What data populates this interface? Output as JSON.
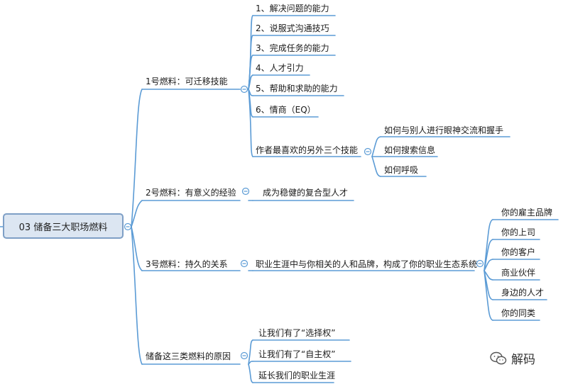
{
  "root": {
    "label": "03 储备三大职场燃料"
  },
  "branches": {
    "fuel1": {
      "label": "1号燃料：可迁移技能",
      "items": [
        "1、解决问题的能力",
        "2、说服式沟通技巧",
        "3、完成任务的能力",
        "4、人才引力",
        "5、帮助和求助的能力",
        "6、情商（EQ）"
      ],
      "extra": {
        "label": "作者最喜欢的另外三个技能",
        "items": [
          "如何与别人进行眼神交流和握手",
          "如何搜索信息",
          "如何呼吸"
        ]
      }
    },
    "fuel2": {
      "label": "2号燃料：有意义的经验",
      "items": [
        "成为稳健的复合型人才"
      ]
    },
    "fuel3": {
      "label": "3号燃料：持久的关系",
      "sub": {
        "label": "职业生涯中与你相关的人和品牌，构成了你的职业生态系统",
        "items": [
          "你的雇主品牌",
          "你的上司",
          "你的客户",
          "商业伙伴",
          "身边的人才",
          "你的同类"
        ]
      }
    },
    "reason": {
      "label": "储备这三类燃料的原因",
      "items": [
        "让我们有了“选择权”",
        "让我们有了“自主权”",
        "延长我们的职业生涯"
      ]
    }
  },
  "watermark": {
    "text": "解码"
  },
  "colors": {
    "line": "#5b9bd5",
    "rootFill": "#dce6f2",
    "rootBorder": "#7e9fc6"
  }
}
